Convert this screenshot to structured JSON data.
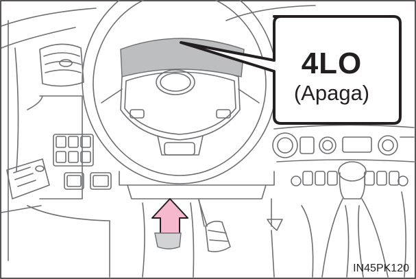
{
  "callout": {
    "mode": "4LO",
    "state": "(Apaga)"
  },
  "figure_code": "IN45PK120",
  "colors": {
    "line": "#6d6e71",
    "callout_border": "#231f20",
    "cluster_fill": "#bcbec0",
    "arrow_fill": "#f6b8cc",
    "arrow_stroke": "#231f20"
  },
  "icons": [
    "steering-wheel",
    "brake-pedal",
    "press-arrow",
    "gear-shift-lever"
  ]
}
